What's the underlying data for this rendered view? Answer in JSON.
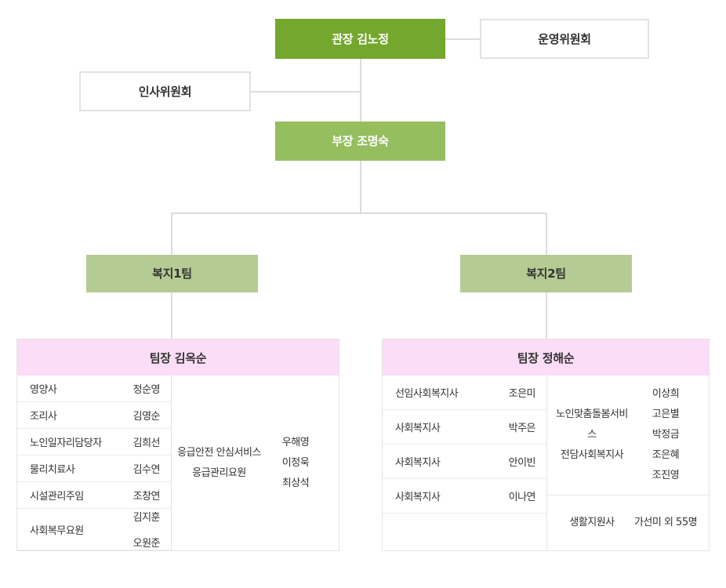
{
  "org": {
    "director": {
      "label": "관장 김노정"
    },
    "steering_committee": {
      "label": "운영위원회"
    },
    "personnel_committee": {
      "label": "인사위원회"
    },
    "deputy": {
      "label": "부장 조명숙"
    },
    "team1_node": {
      "label": "복지1팀"
    },
    "team2_node": {
      "label": "복지2팀"
    }
  },
  "team1": {
    "head": "팀장 김옥순",
    "staff": [
      {
        "role": "영양사",
        "names": [
          "정순영"
        ]
      },
      {
        "role": "조리사",
        "names": [
          "김영순"
        ]
      },
      {
        "role": "노인일자리담당자",
        "names": [
          "김희선"
        ]
      },
      {
        "role": "물리치료사",
        "names": [
          "김수연"
        ]
      },
      {
        "role": "시설관리주임",
        "names": [
          "조창연"
        ]
      },
      {
        "role": "사회복무요원",
        "names": [
          "김지훈",
          "오원준"
        ]
      }
    ],
    "groups": [
      {
        "role_lines": [
          "응급안전 안심서비스",
          "응급관리요원"
        ],
        "names": [
          "우해영",
          "이정욱",
          "최상석"
        ]
      }
    ]
  },
  "team2": {
    "head": "팀장 정해순",
    "staff": [
      {
        "role": "선임사회복지사",
        "names": [
          "조은미"
        ]
      },
      {
        "role": "사회복지사",
        "names": [
          "박주은"
        ]
      },
      {
        "role": "사회복지사",
        "names": [
          "안이빈"
        ]
      },
      {
        "role": "사회복지사",
        "names": [
          "이나연"
        ]
      }
    ],
    "groups": [
      {
        "role_lines": [
          "노인맞춤돌봄서비스",
          "전담사회복지사"
        ],
        "names": [
          "이상희",
          "고은별",
          "박정금",
          "조은혜",
          "조진영"
        ]
      },
      {
        "role_lines": [
          "생활지원사"
        ],
        "names": [
          "가선미 외 55명"
        ]
      }
    ]
  },
  "colors": {
    "green_dark": "#74a72d",
    "green_mid": "#95be5e",
    "green_light": "#b4cc93",
    "pink_header": "#fbddf7",
    "line": "#dcdcdc",
    "border": "#e2e2e2"
  }
}
